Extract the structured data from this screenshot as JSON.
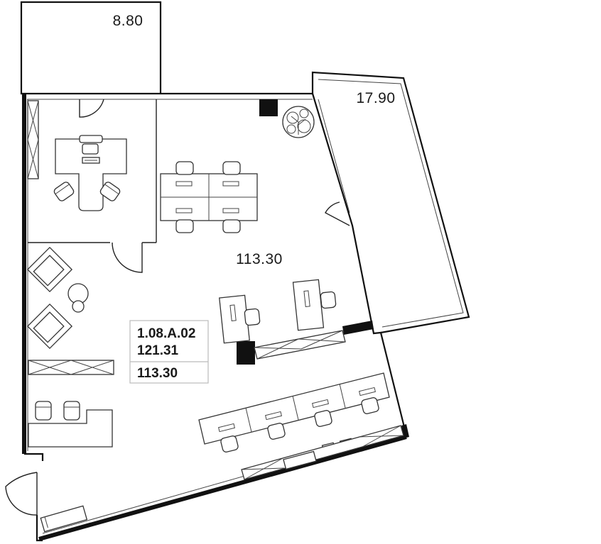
{
  "rooms": {
    "top_left_area": "8.80",
    "right_balcony_area": "17.90",
    "main_area": "113.30"
  },
  "info_box": {
    "unit_code": "1.08.A.02",
    "total_area": "121.31",
    "usable_area": "113.30"
  },
  "colors": {
    "wall": "#111111",
    "background": "#ffffff"
  }
}
